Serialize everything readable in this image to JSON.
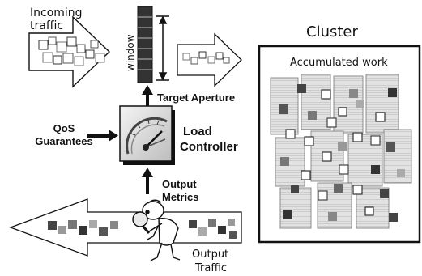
{
  "labels": {
    "incoming_line1": "Incoming",
    "incoming_line2": "traffic",
    "window": "window",
    "cluster": "Cluster",
    "accumulated_work": "Accumulated work",
    "target_aperture": "Target Aperture",
    "qos_line1": "QoS",
    "qos_line2": "Guarantees",
    "load_line1": "Load",
    "load_line2": "Controller",
    "metrics_line1": "Output",
    "metrics_line2": "Metrics",
    "output_traffic_line1": "Output",
    "output_traffic_line2": "Traffic"
  },
  "colors": {
    "black": "#111111",
    "dark_gray": "#444444",
    "mid_gray": "#777777",
    "light_gray": "#aaaaaa",
    "cluster_bg": "#e6e6e6"
  },
  "icons": {
    "observer": "magnifying-glass-person-icon",
    "gauge": "speedometer-gauge-icon",
    "servers": "server-rack-stack-icon"
  }
}
